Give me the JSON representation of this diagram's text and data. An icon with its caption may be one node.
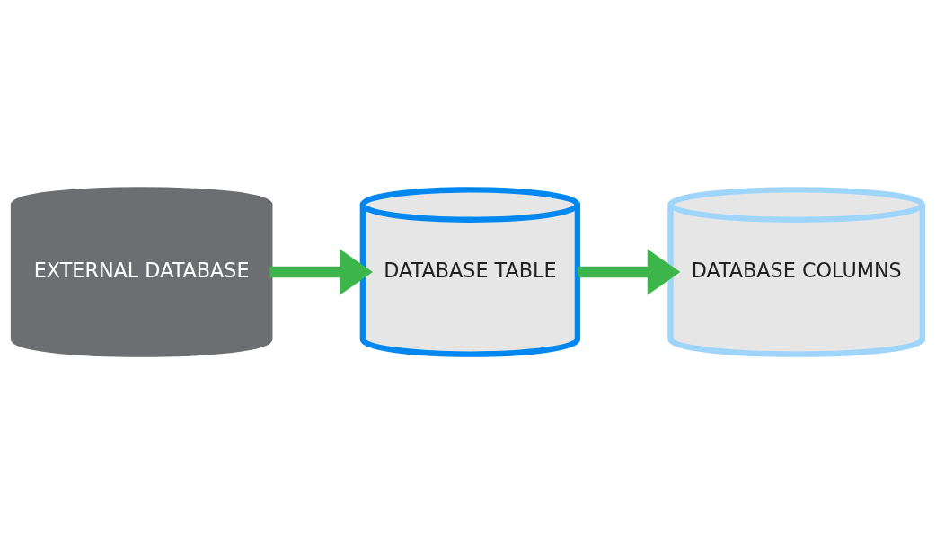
{
  "diagram": {
    "nodes": [
      {
        "text": [
          "EXTERNAL DATABASE"
        ]
      },
      {
        "text": [
          "DATABASE TABLE"
        ]
      },
      {
        "text": [
          "DATABASE COLUMNS"
        ]
      }
    ],
    "edges": [
      {
        "from": 0,
        "to": 1,
        "arrow": "to"
      },
      {
        "from": 1,
        "to": 2,
        "arrow": "to"
      }
    ]
  }
}
